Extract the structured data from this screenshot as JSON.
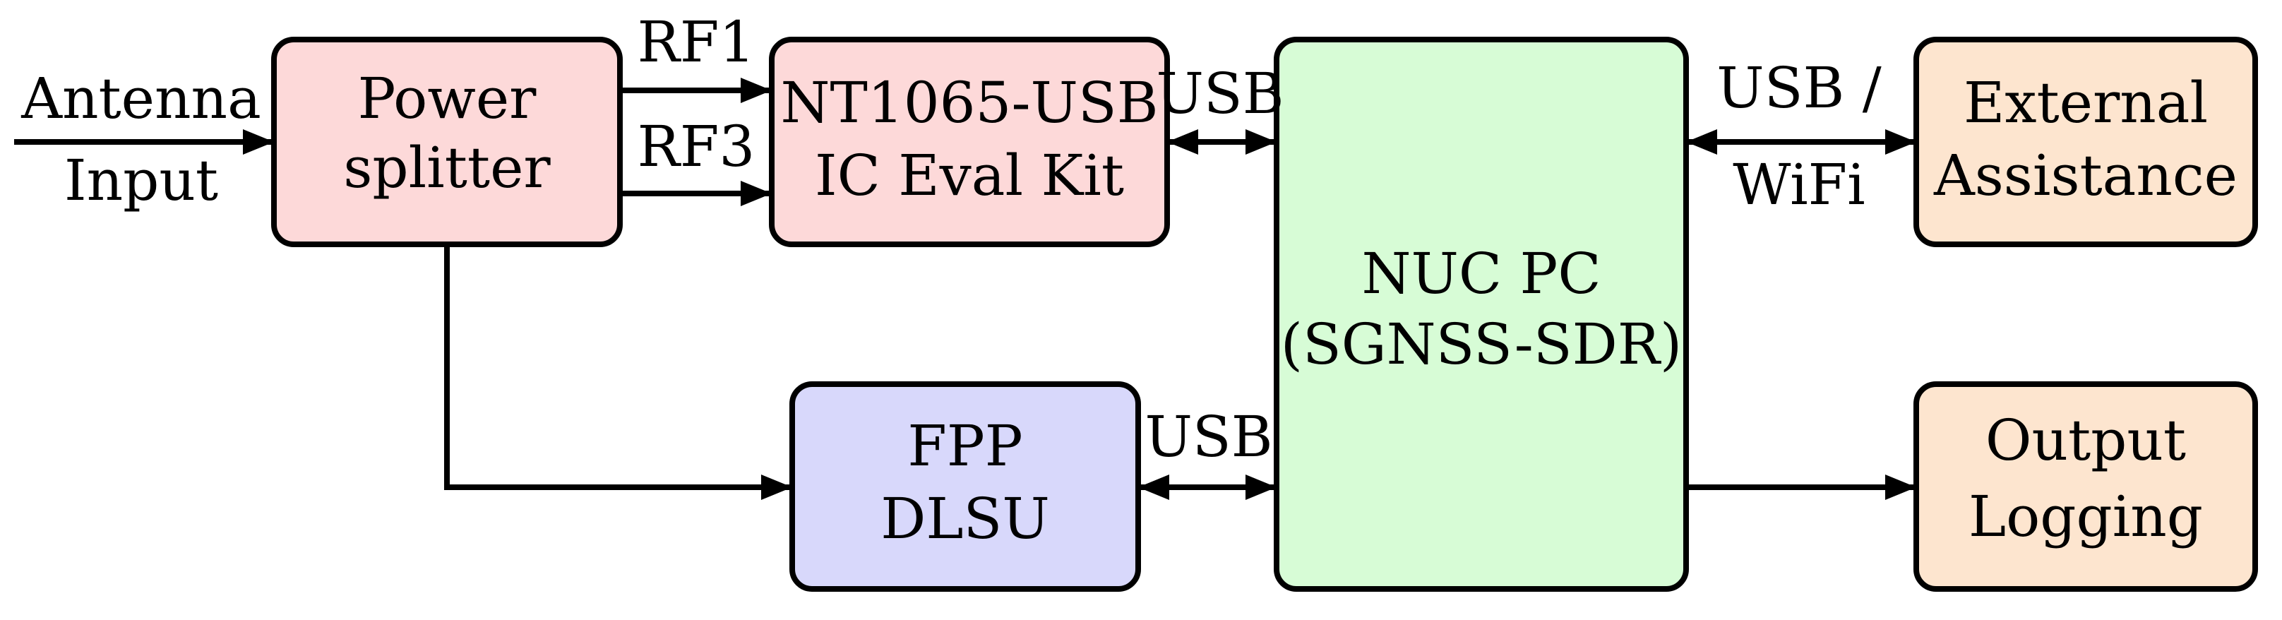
{
  "colors": {
    "splitter_fill": "#fdd9d9",
    "nt1065_fill": "#fdd9d9",
    "fpp_fill": "#d8d8fb",
    "nuc_fill": "#d7fcd6",
    "assist_fill": "#fde5cf",
    "logging_fill": "#fde5cf",
    "stroke": "#000000"
  },
  "input": {
    "line1": "Antenna",
    "line2": "Input"
  },
  "blocks": {
    "splitter": {
      "line1": "Power",
      "line2": "splitter"
    },
    "nt1065": {
      "line1": "NT1065-USB",
      "line2": "IC Eval Kit"
    },
    "fpp": {
      "line1": "FPP",
      "line2": "DLSU"
    },
    "nuc": {
      "line1": "NUC PC",
      "line2": "(SGNSS-SDR)"
    },
    "assist": {
      "line1": "External",
      "line2": "Assistance"
    },
    "logging": {
      "line1": "Output",
      "line2": "Logging"
    }
  },
  "links": {
    "rf1": "RF1",
    "rf3": "RF3",
    "usb_nt": "USB",
    "usb_fpp": "USB",
    "assist_line1": "USB /",
    "assist_line2": "WiFi"
  }
}
